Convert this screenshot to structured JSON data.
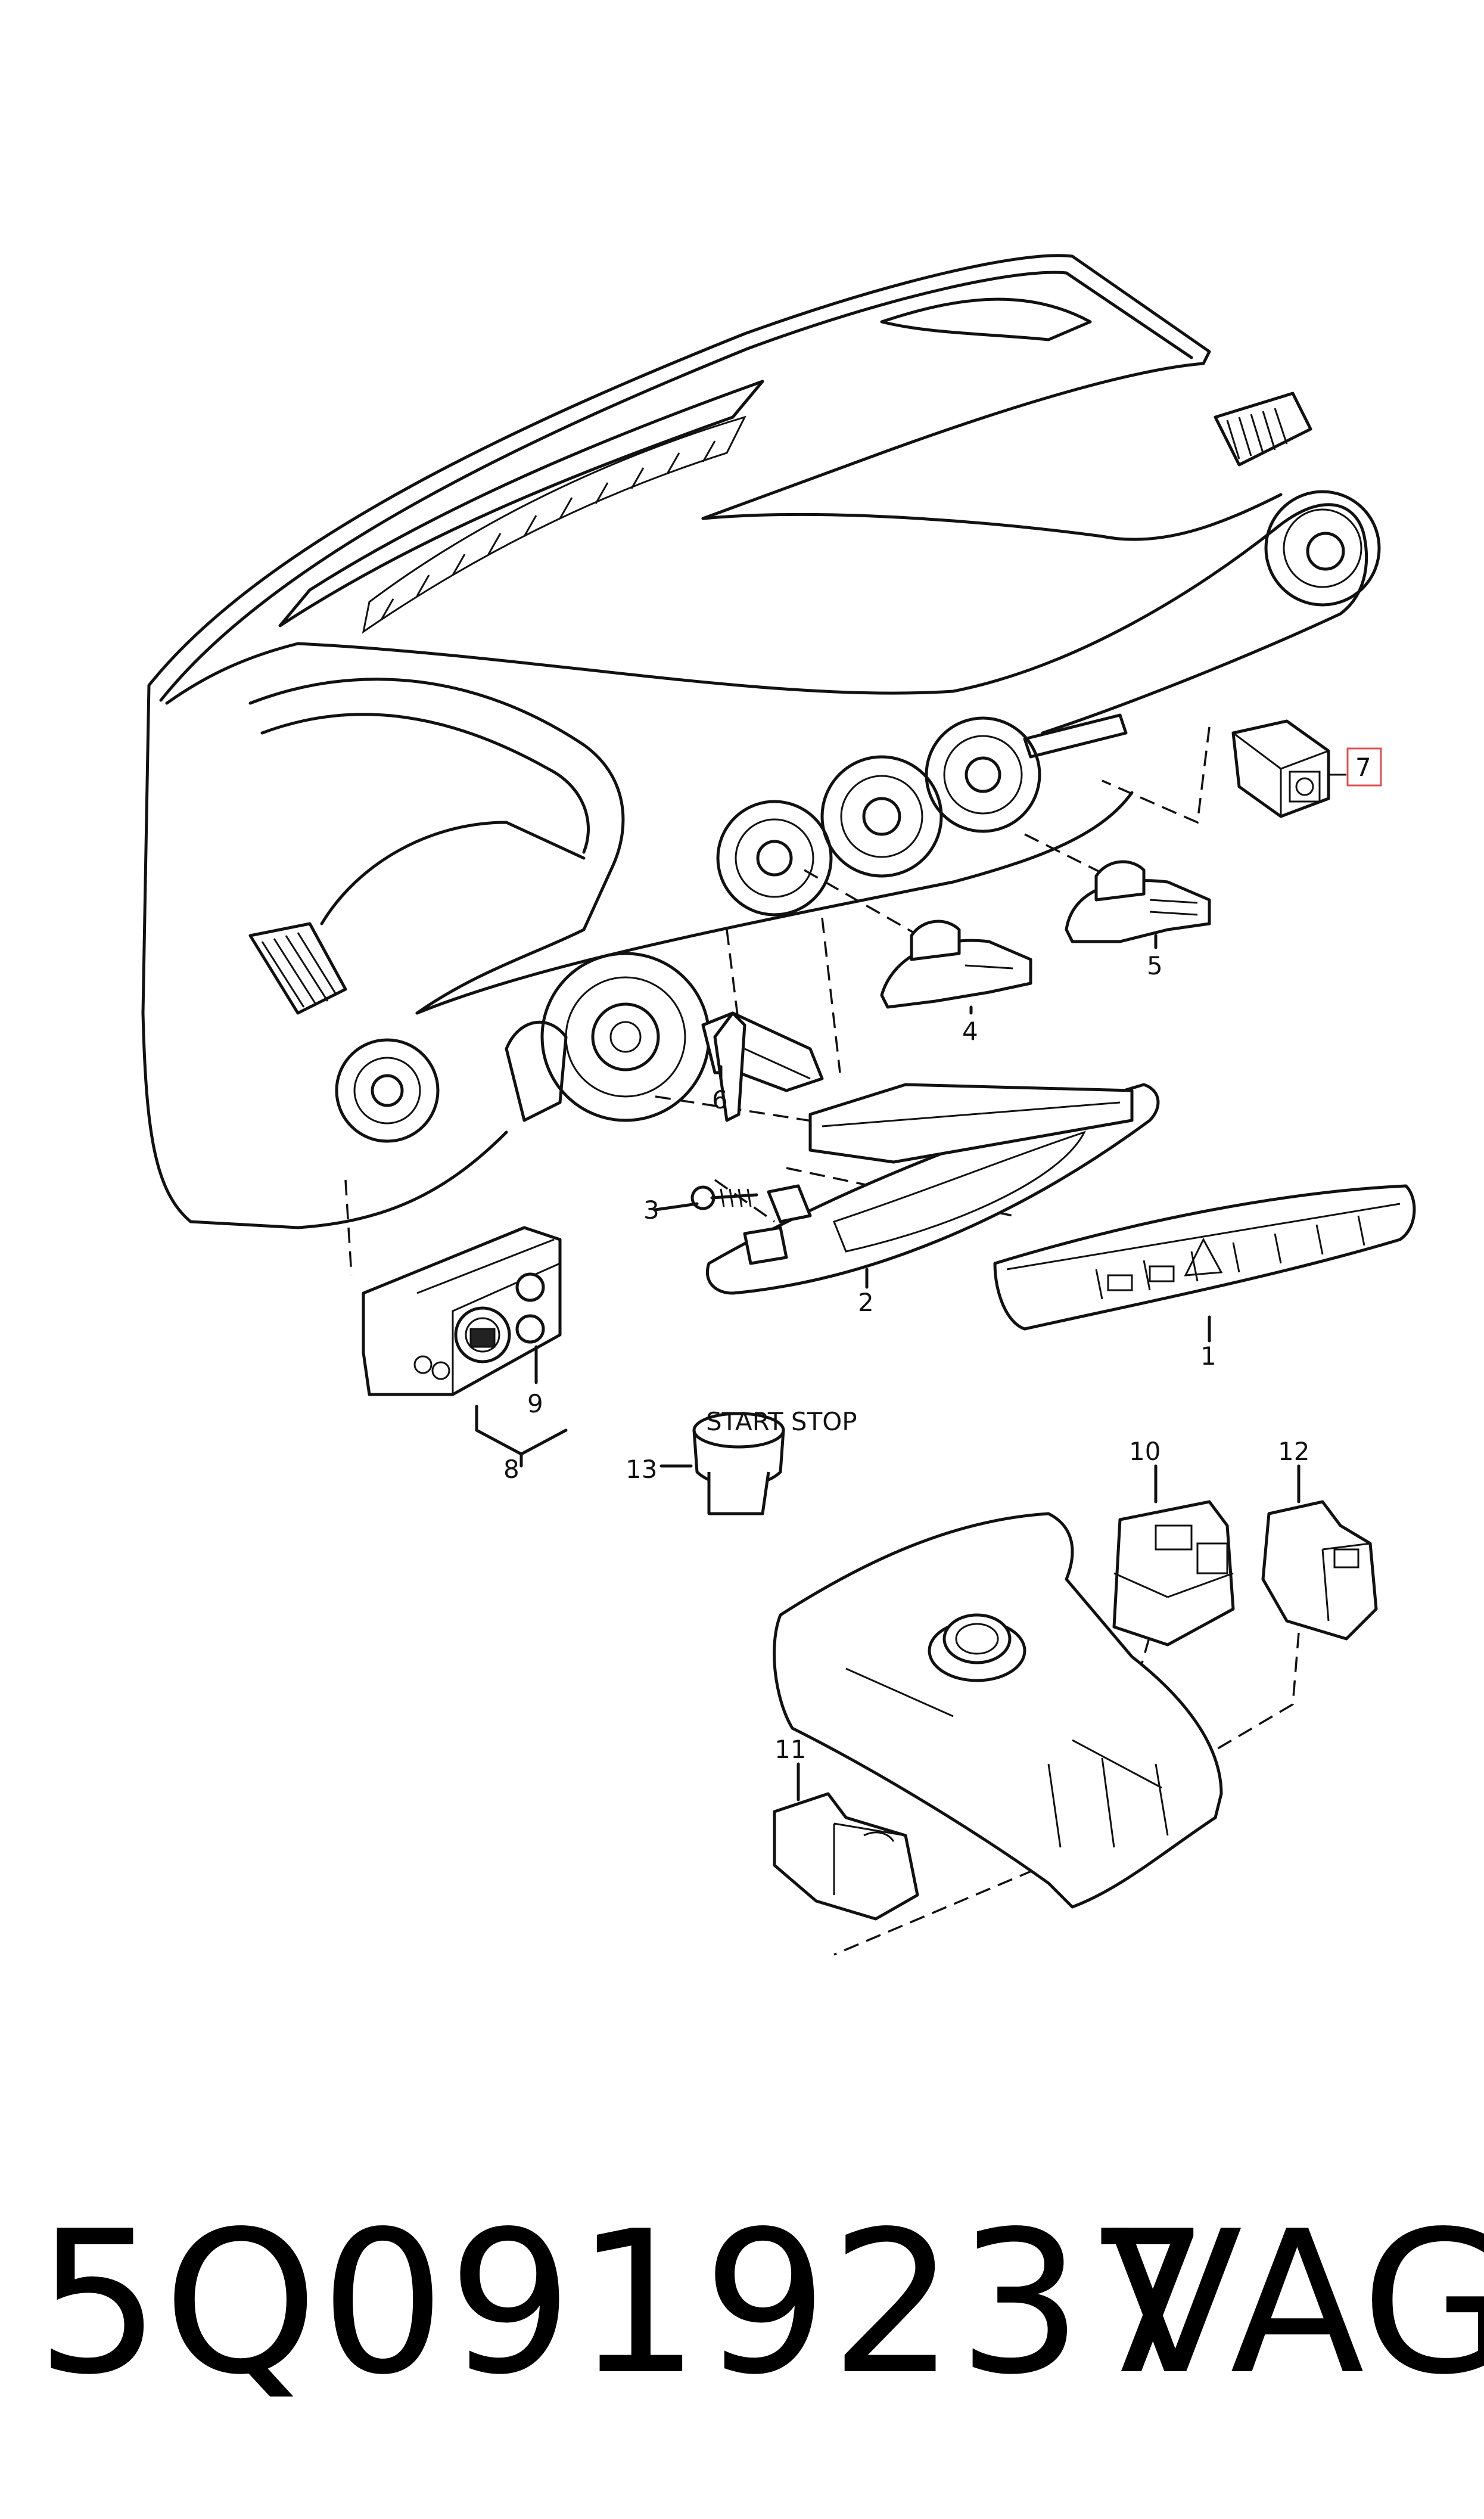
{
  "callouts": {
    "c1": "1",
    "c2": "2",
    "c3": "3",
    "c4": "4",
    "c5": "5",
    "c6": "6",
    "c7": "7",
    "c8": "8",
    "c9": "9",
    "c10": "10",
    "c11": "11",
    "c12": "12",
    "c13": "13"
  },
  "footer": {
    "part_number": "5Q0919237",
    "brand": "VAG"
  },
  "colors": {
    "line": "#111111",
    "highlight_box": "#e05050"
  }
}
